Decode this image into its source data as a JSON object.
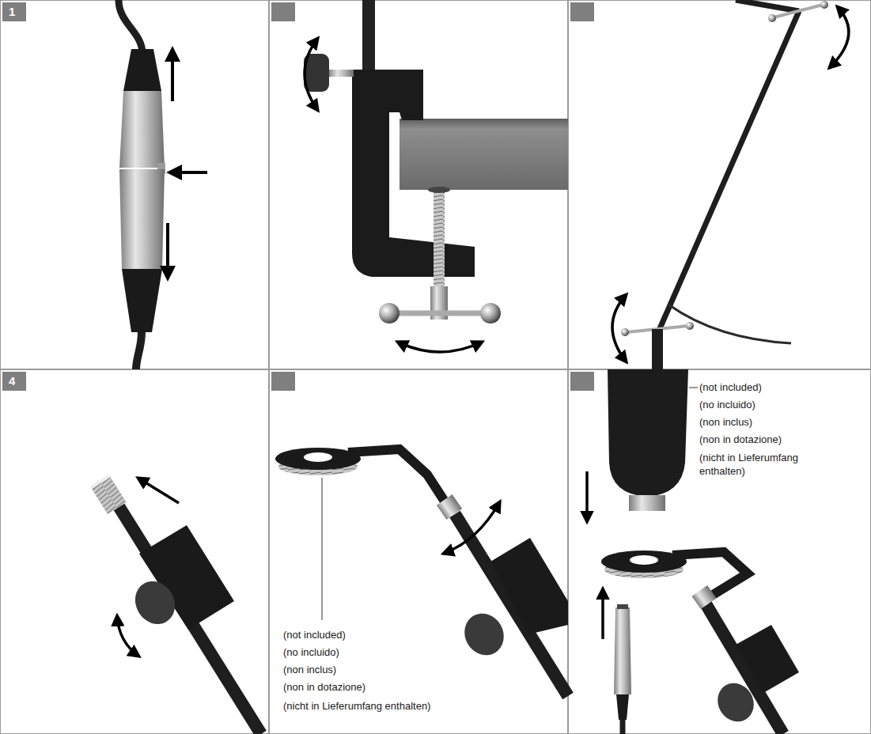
{
  "diagram": {
    "nodes": [
      {
        "text": [
          "1"
        ]
      },
      {
        "text": [
          "4"
        ]
      }
    ],
    "labels": [
      "(not included)",
      "(no incluido)",
      "(non inclus)",
      "(non in dotazione)",
      "(nicht in Lieferumfang enthalten)",
      "(not included)",
      "(no incluido)",
      "(non inclus)",
      "(non in dotazione)",
      "(nicht in Lieferumfang enthalten)"
    ]
  }
}
